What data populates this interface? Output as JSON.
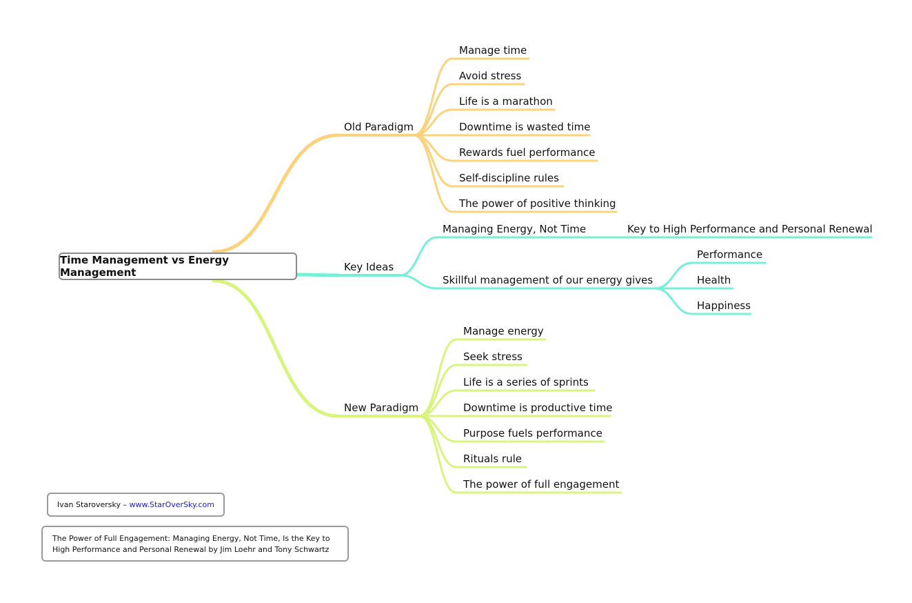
{
  "root": {
    "label": "Time Management vs Energy Management"
  },
  "colors": {
    "old": "#fcd27c",
    "key": "#74f0d6",
    "new": "#d7f57c",
    "border": "#8a8a8a",
    "link": "#1a1adc"
  },
  "branches": {
    "old": {
      "label": "Old Paradigm",
      "children": [
        "Manage time",
        "Avoid stress",
        "Life is a marathon",
        "Downtime is wasted time",
        "Rewards fuel performance",
        "Self-discipline rules",
        "The power of positive thinking"
      ]
    },
    "key": {
      "label": "Key Ideas",
      "children": [
        {
          "label": "Managing Energy, Not Time",
          "children": [
            "Key to High Performance and Personal Renewal"
          ]
        },
        {
          "label": "Skillful management of our energy gives",
          "children": [
            "Performance",
            "Health",
            "Happiness"
          ]
        }
      ]
    },
    "new": {
      "label": "New Paradigm",
      "children": [
        "Manage energy",
        "Seek stress",
        "Life is a series of sprints",
        "Downtime is productive time",
        "Purpose fuels performance",
        "Rituals rule",
        "The power of full engagement"
      ]
    }
  },
  "notes": {
    "author_name": "Ivan Staroversky – ",
    "author_link": "www.StarOverSky.com",
    "book_line1": "The Power of Full Engagement: Managing Energy, Not Time, Is the Key to",
    "book_line2": "High Performance and Personal Renewal by Jim Loehr and Tony Schwartz"
  }
}
